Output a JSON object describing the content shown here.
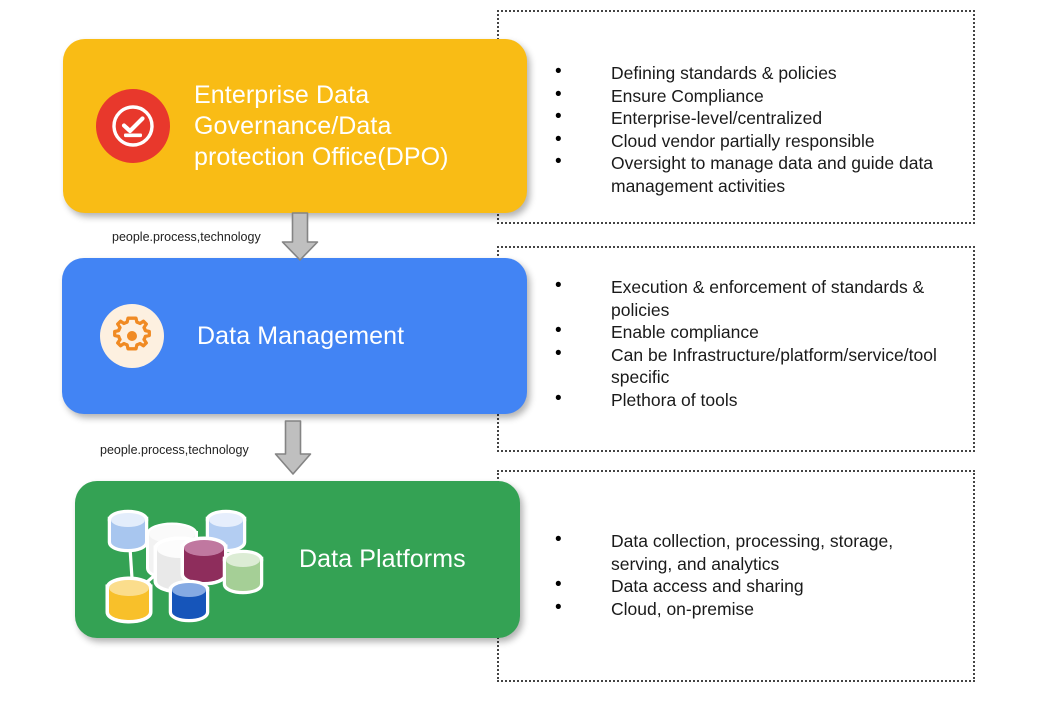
{
  "diagram": {
    "title": "Data Governance, Management and Platforms layered diagram",
    "colors": {
      "governance": "#f9bc15",
      "management": "#4284f4",
      "platforms": "#34a254",
      "approval_icon": "#e8382c",
      "gear_icon": "#f08a23",
      "note_border": "#444444"
    },
    "stages": [
      {
        "id": "governance",
        "title": "Enterprise Data Governance/Data protection Office(DPO)",
        "icon": "approval-check-icon",
        "notes": [
          "Defining standards & policies",
          "Ensure Compliance",
          "Enterprise-level/centralized",
          "Cloud vendor partially responsible",
          "Oversight to manage data and guide data management activities"
        ]
      },
      {
        "id": "management",
        "title": "Data Management",
        "icon": "gear-icon",
        "notes": [
          "Execution & enforcement of standards & policies",
          "Enable compliance",
          "Can be Infrastructure/platform/service/tool specific",
          "Plethora of tools"
        ]
      },
      {
        "id": "platforms",
        "title": "Data Platforms",
        "icon": "database-cluster-icon",
        "notes": [
          "Data collection, processing, storage, serving, and analytics",
          "Data access and sharing",
          "Cloud, on-premise"
        ]
      }
    ],
    "connectors": [
      {
        "id": "connector-1",
        "label": "people.process,technology"
      },
      {
        "id": "connector-2",
        "label": "people.process,technology"
      }
    ]
  }
}
